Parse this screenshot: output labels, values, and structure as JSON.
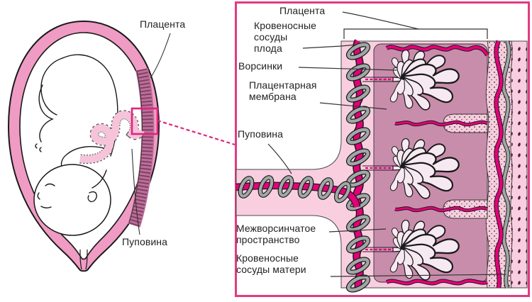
{
  "left_panel": {
    "labels": {
      "placenta": "Плацента",
      "umbilical_cord": "Пуповина"
    }
  },
  "right_panel": {
    "labels": {
      "placenta": "Плацента",
      "fetal_vessels": {
        "line1": "Кровеносные",
        "line2": "сосуды",
        "line3": "плода"
      },
      "villi": "Ворсинки",
      "placental_membrane": {
        "line1": "Плацентарная",
        "line2": "мембрана"
      },
      "umbilical_cord": "Пуповина",
      "intervillous_space": {
        "line1": "Межворсинчатое",
        "line2": "пространство"
      },
      "maternal_vessels": {
        "line1": "Кровеносные",
        "line2": "сосуды матери"
      }
    }
  },
  "colors": {
    "accent_magenta": "#e0247c",
    "vessel_magenta": "#e4007a",
    "uterus_wall_pink": "#f09bc4",
    "light_pink": "#f9cfe0",
    "intervillous_mauve": "#c98dac",
    "cord_gray": "#9fa8a6",
    "placenta_crescent": "#bb6f98"
  }
}
